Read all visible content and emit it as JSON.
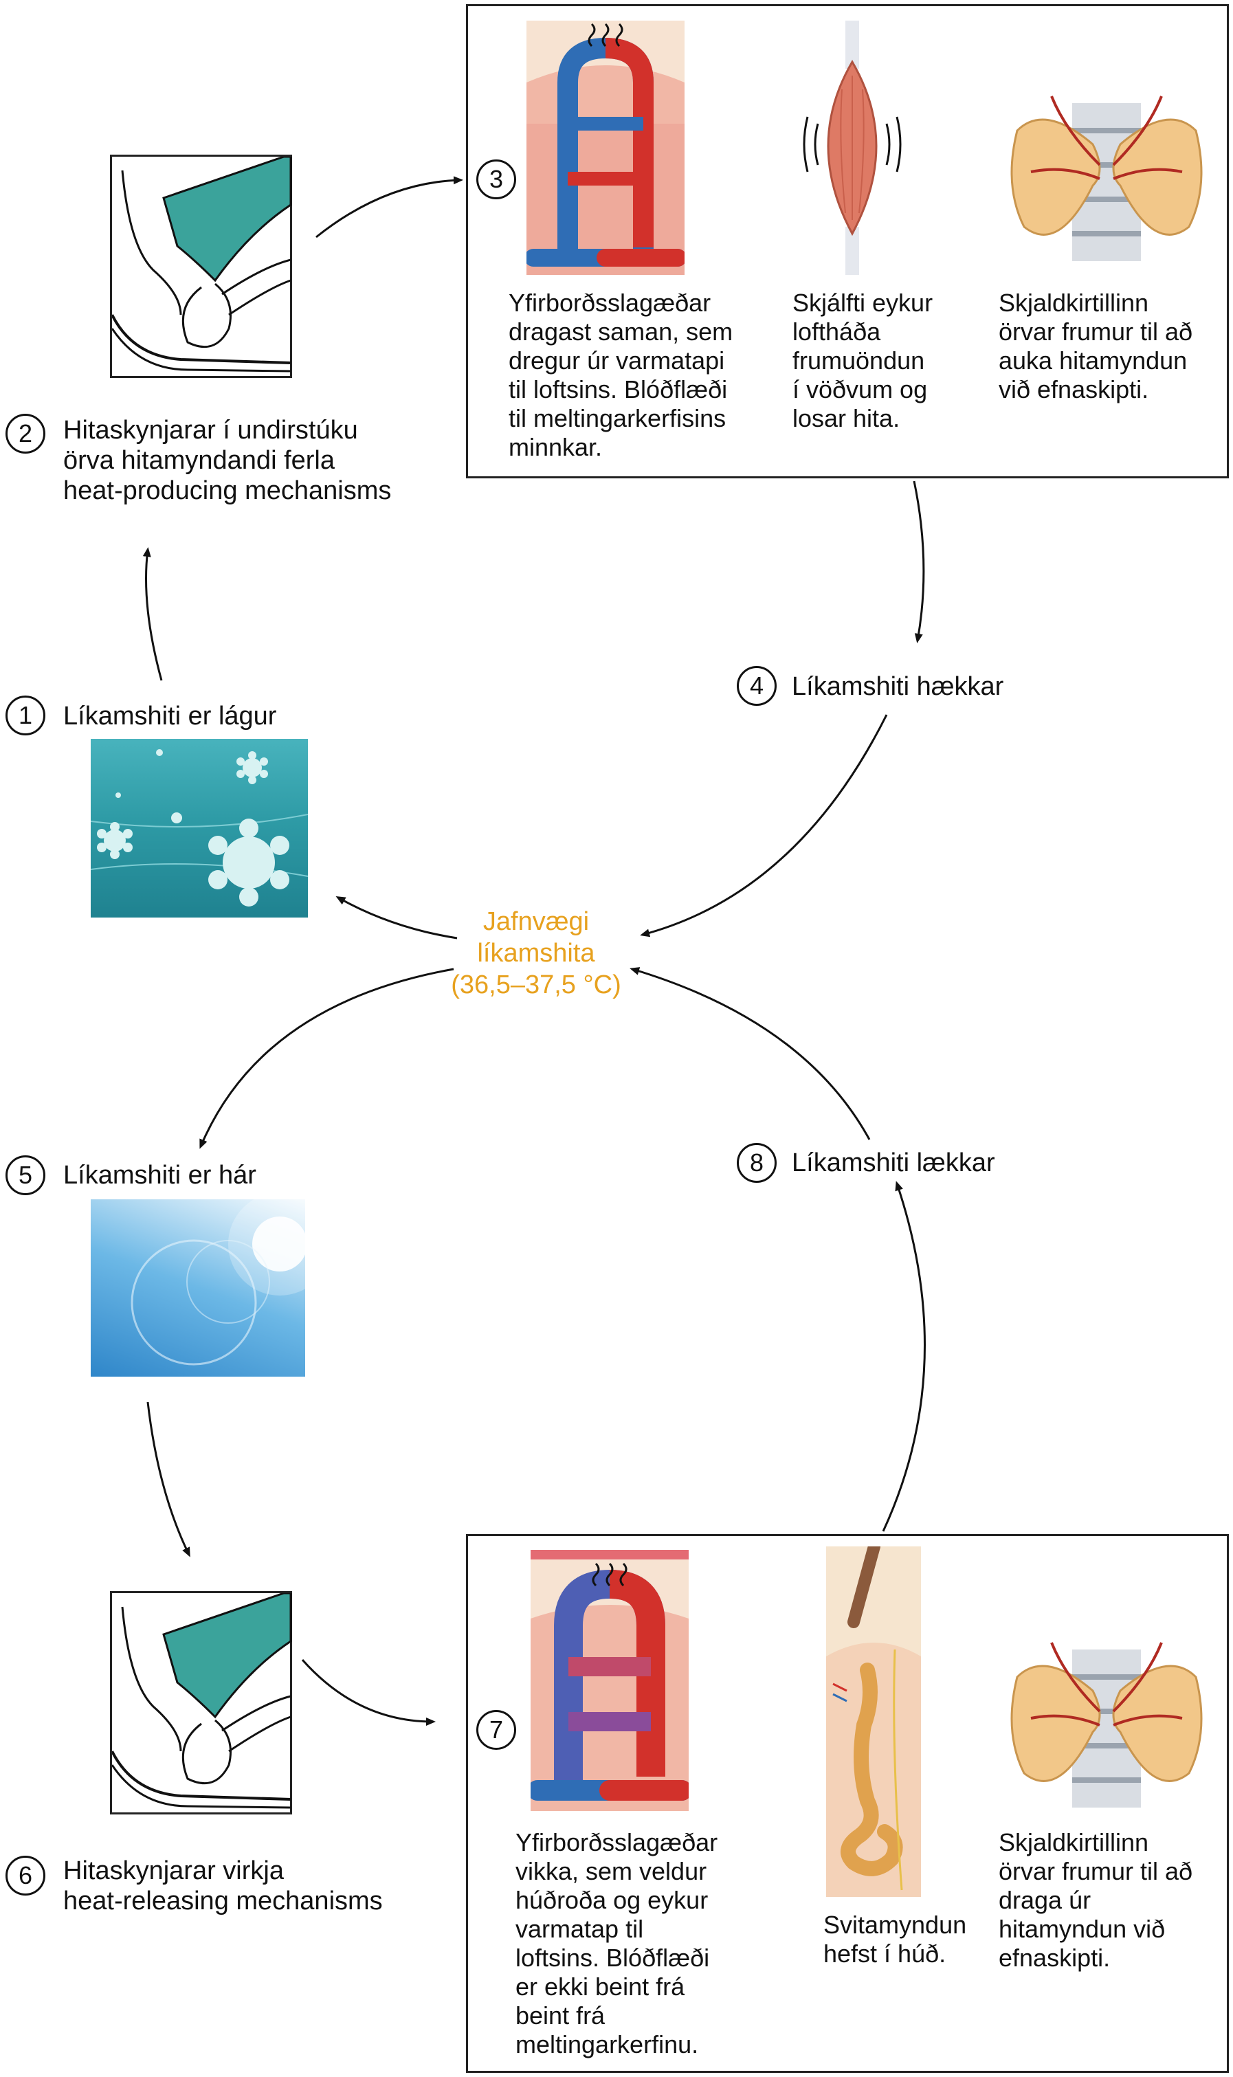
{
  "center": {
    "line1": "Jafnvægi",
    "line2": "líkamshita",
    "line3": "(36,5–37,5 °C)"
  },
  "steps": {
    "s1": {
      "num": "1",
      "label": "Líkamshiti er lágur"
    },
    "s2": {
      "num": "2",
      "line1": "Hitaskynjarar í undirstúku",
      "line2": "örva hitamyndandi ferla",
      "line3": "heat-producing mechanisms"
    },
    "s3": {
      "num": "3",
      "col1": [
        "Yfirborðsslagæðar",
        "dragast saman, sem",
        "dregur úr varmatapi",
        "til loftsins. Blóðflæði",
        "til meltingarkerfisins",
        "minnkar."
      ],
      "col2": [
        "Skjálfti eykur",
        "loftháða",
        "frumuöndun",
        "í vöðvum og",
        "losar hita."
      ],
      "col3": [
        "Skjaldkirtillinn",
        "örvar frumur til að",
        "auka hitamyndun",
        "við efnaskipti."
      ]
    },
    "s4": {
      "num": "4",
      "label": "Líkamshiti hækkar"
    },
    "s5": {
      "num": "5",
      "label": "Líkamshiti er hár"
    },
    "s6": {
      "num": "6",
      "line1": "Hitaskynjarar virkja",
      "line2": "heat-releasing mechanisms"
    },
    "s7": {
      "num": "7",
      "col1": [
        "Yfirborðsslagæðar",
        "vikka, sem veldur",
        "húðroða og eykur",
        "varmatap til",
        "loftsins. Blóðflæði",
        "er ekki beint frá",
        "beint frá",
        "meltingarkerfinu."
      ],
      "col2": [
        "Svitamyndun",
        "hefst í húð."
      ],
      "col3": [
        "Skjaldkirtillinn",
        "örvar frumur til að",
        "draga úr",
        "hitamyndun við",
        "efnaskipti."
      ]
    },
    "s8": {
      "num": "8",
      "label": "Líkamshiti lækkar"
    }
  },
  "colors": {
    "center_text": "#E7A11E",
    "artery": "#D2312B",
    "vein": "#2F6DB5",
    "hypothalamus": "#3BA39B",
    "cold_bg": "#2E9BA6",
    "hot_bg": "#4AA8E0"
  },
  "icons": {
    "hypothalamus": "hypothalamus-diagram",
    "vessels": "blood-vessel-loop",
    "muscle": "shivering-muscle",
    "thyroid": "thyroid-gland",
    "sweat": "sweat-gland",
    "cold": "snowflakes-photo",
    "hot": "sun-glare-photo"
  }
}
